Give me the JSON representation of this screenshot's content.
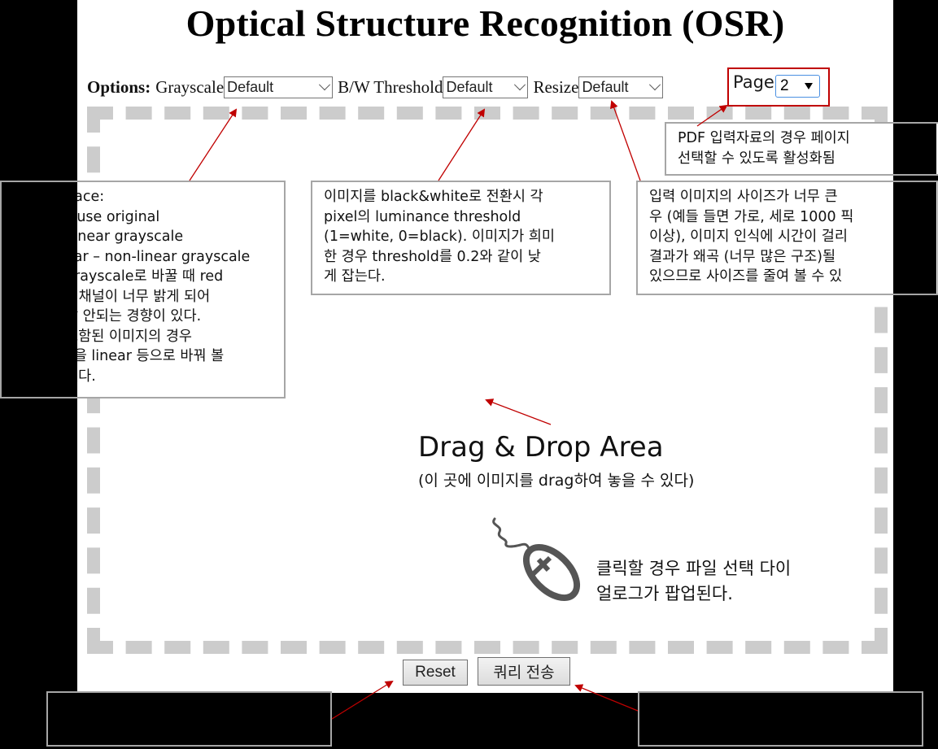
{
  "header": {
    "title": "Optical Structure Recognition (OSR)"
  },
  "options": {
    "label": "Options:",
    "grayscale": {
      "label": "Grayscale",
      "value": "Default"
    },
    "bw_threshold": {
      "label": "B/W Threshold",
      "value": "Default"
    },
    "resize": {
      "label": "Resize",
      "value": "Default"
    },
    "page": {
      "label": "Page",
      "value": "2"
    }
  },
  "dropzone": {
    "title": "Drag & Drop Area",
    "subtitle": "(이 곳에 이미지를 drag하여 놓을 수 있다)",
    "click_note": "클릭할 경우 파일 선택 다이\n얼로그가 팝업된다.",
    "icon": "mouse-icon"
  },
  "buttons": {
    "reset": "Reset",
    "submit": "쿼리 전송"
  },
  "callouts": {
    "grayscale": "pace:\n– use original\n linear grayscale\near – non-linear grayscale\ngrayscale로 바꿀 때 red\nn 채널이 너무 밝게 되어\n잘 안되는 경향이 있다.\n포함된 이미지의 경우\ne을 linear 등으로 바꿔 볼\n있다.",
    "threshold": "이미지를 black&white로 전환시 각\npixel의 luminance threshold\n(1=white, 0=black). 이미지가 희미\n한 경우 threshold를 0.2와 같이 낮\n게 잡는다.",
    "resize": "입력 이미지의 사이즈가 너무 큰\n우 (예들 들면 가로, 세로 1000 픽\n이상), 이미지 인식에 시간이 걸리\n결과가 왜곡 (너무 많은 구조)될\n있으므로 사이즈를 줄여 볼 수 있",
    "page": "PDF 입력자료의 경우 페이지\n선택할 수 있도록 활성화됨"
  },
  "colors": {
    "arrow": "#c00000",
    "dash": "#cccccc",
    "callout_border": "#a6a6a6",
    "focus": "#4a90e2"
  }
}
